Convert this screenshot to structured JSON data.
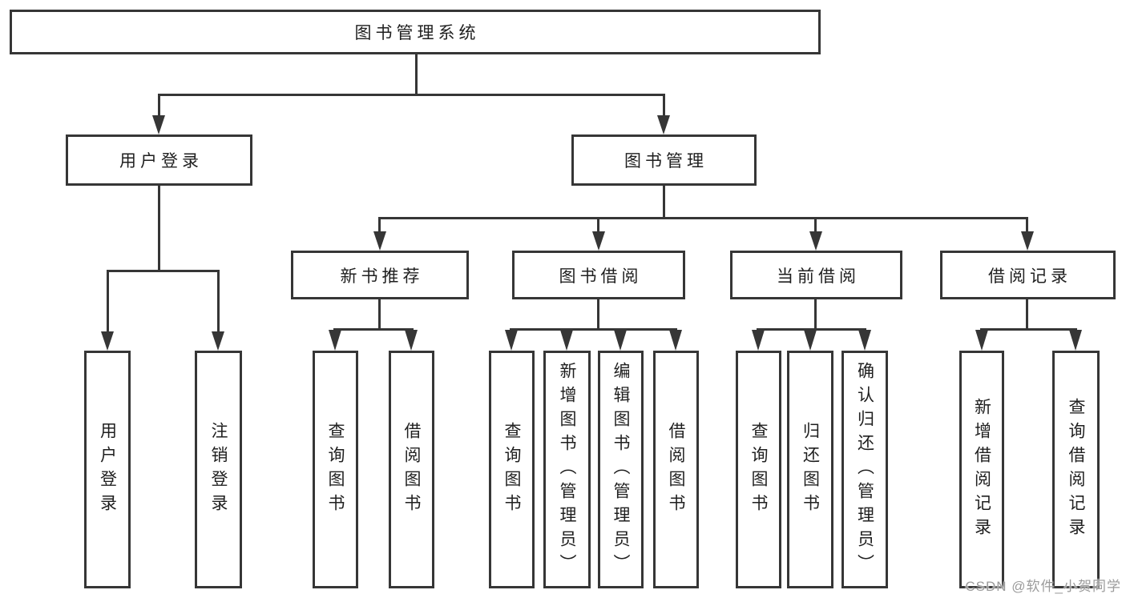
{
  "diagram": {
    "root": "图书管理系统",
    "user_login": {
      "label": "用户登录",
      "leaves": [
        "用户登录",
        "注销登录"
      ]
    },
    "book_mgmt": {
      "label": "图书管理",
      "sections": [
        {
          "label": "新书推荐",
          "leaves": [
            "查询图书",
            "借阅图书"
          ]
        },
        {
          "label": "图书借阅",
          "leaves": [
            "查询图书",
            "新增图书（管理员）",
            "编辑图书（管理员）",
            "借阅图书"
          ]
        },
        {
          "label": "当前借阅",
          "leaves": [
            "查询图书",
            "归还图书",
            "确认归还（管理员）"
          ]
        },
        {
          "label": "借阅记录",
          "leaves": [
            "新增借阅记录",
            "查询借阅记录"
          ]
        }
      ]
    },
    "watermark": "CSDN @软件_小贺同学"
  },
  "colors": {
    "line": "#363636",
    "text": "#1f1f1f",
    "background": "#ffffff",
    "watermark": "#9b9b9b"
  }
}
